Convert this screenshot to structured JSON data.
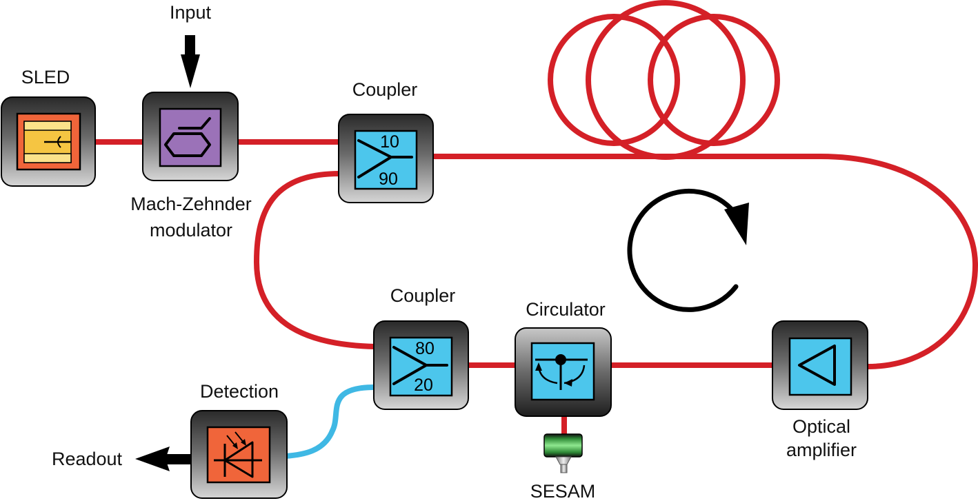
{
  "diagram": {
    "title": "Optical fiber ring laser sensing setup",
    "components": {
      "sled": {
        "label": "SLED"
      },
      "input": {
        "label": "Input"
      },
      "mzm": {
        "label_line1": "Mach-Zehnder",
        "label_line2": "modulator"
      },
      "coupler_top": {
        "label": "Coupler",
        "ratio_top": "10",
        "ratio_bottom": "90"
      },
      "coupler_bottom": {
        "label": "Coupler",
        "ratio_top": "80",
        "ratio_bottom": "20"
      },
      "circulator": {
        "label": "Circulator"
      },
      "sesam": {
        "label": "SESAM"
      },
      "amplifier": {
        "label_line1": "Optical",
        "label_line2": "amplifier"
      },
      "detection": {
        "label": "Detection"
      },
      "readout": {
        "label": "Readout"
      }
    },
    "colors": {
      "fiber_red": "#d42027",
      "fiber_blue": "#3fb8e4",
      "component_blue": "#4cc6ec",
      "component_orange": "#f0653a",
      "component_purple": "#9b72b8",
      "sled_yellow": "#f5c542",
      "sesam_green": "#4fc95a"
    }
  }
}
